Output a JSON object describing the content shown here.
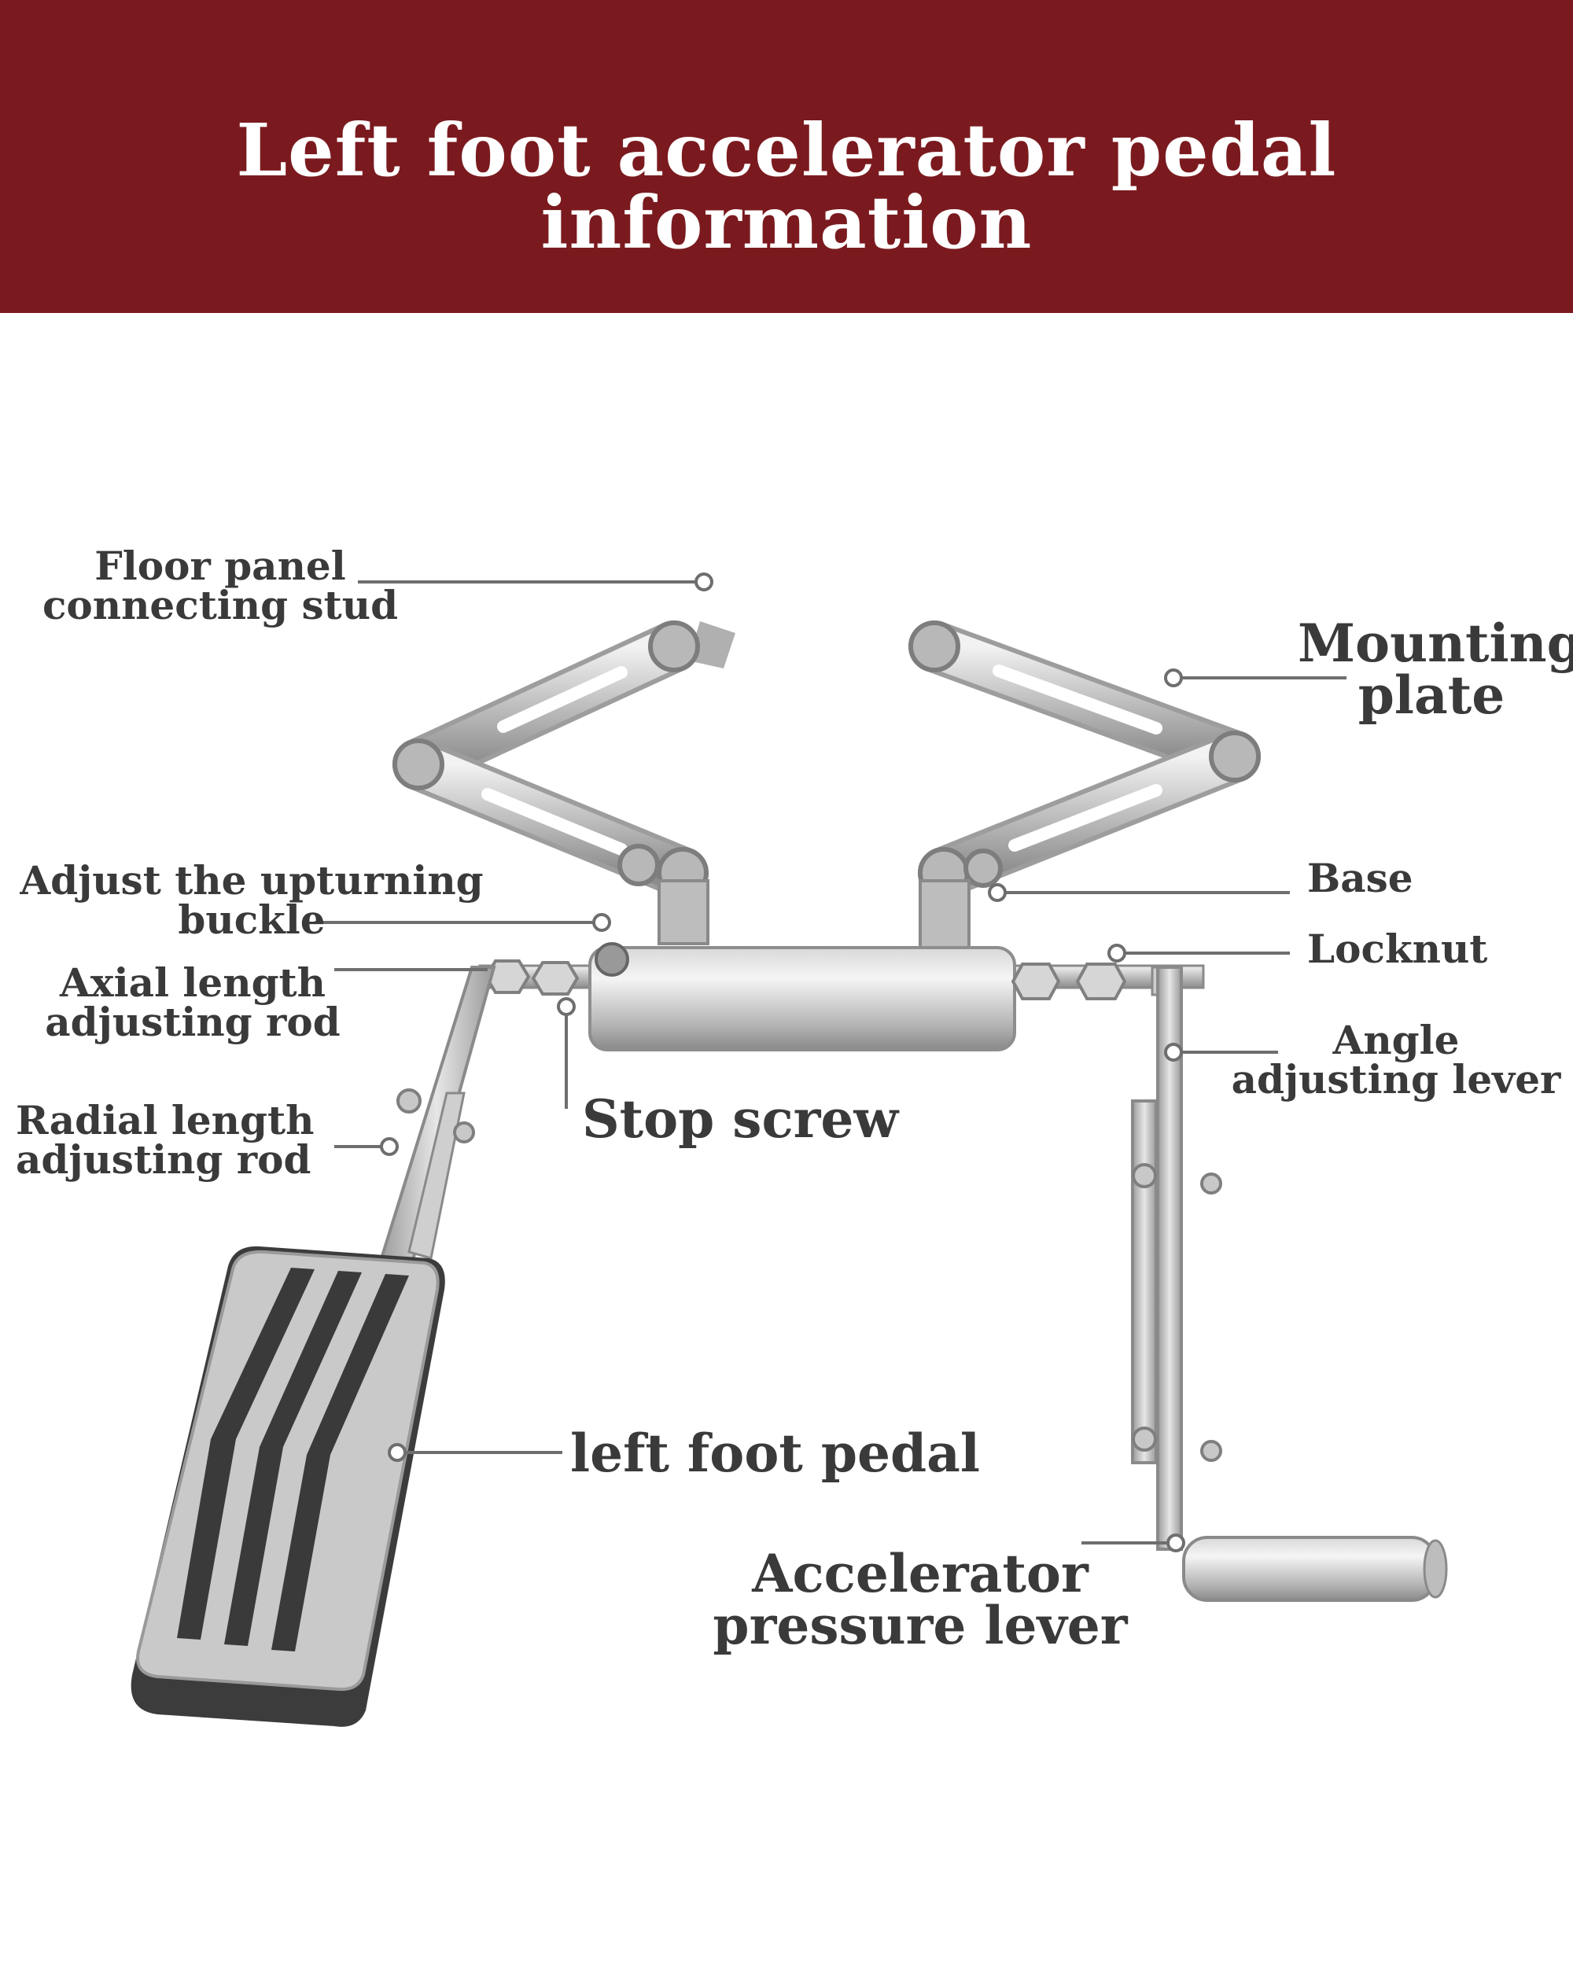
{
  "title": "Left foot accelerator pedal information",
  "colors": {
    "header_bg": "#7a1a1f",
    "header_text": "#ffffff",
    "label_text": "#3a3a3a",
    "leader": "#6e6e6e",
    "metal": "#c9c9c9",
    "pedal_rubber": "#3a3a3a"
  },
  "labels": {
    "floor_panel_stud": [
      "Floor panel",
      "connecting stud"
    ],
    "mounting_plate": [
      "Mounting",
      "plate"
    ],
    "upturning_buckle": [
      "Adjust the upturning",
      "buckle"
    ],
    "base": "Base",
    "axial_rod": [
      "Axial length",
      "adjusting rod"
    ],
    "locknut": "Locknut",
    "angle_lever": [
      "Angle",
      "adjusting lever"
    ],
    "stop_screw": "Stop screw",
    "radial_rod": [
      "Radial length",
      "adjusting rod"
    ],
    "left_foot_pedal": "left foot pedal",
    "pressure_lever": [
      "Accelerator",
      "pressure lever"
    ]
  }
}
